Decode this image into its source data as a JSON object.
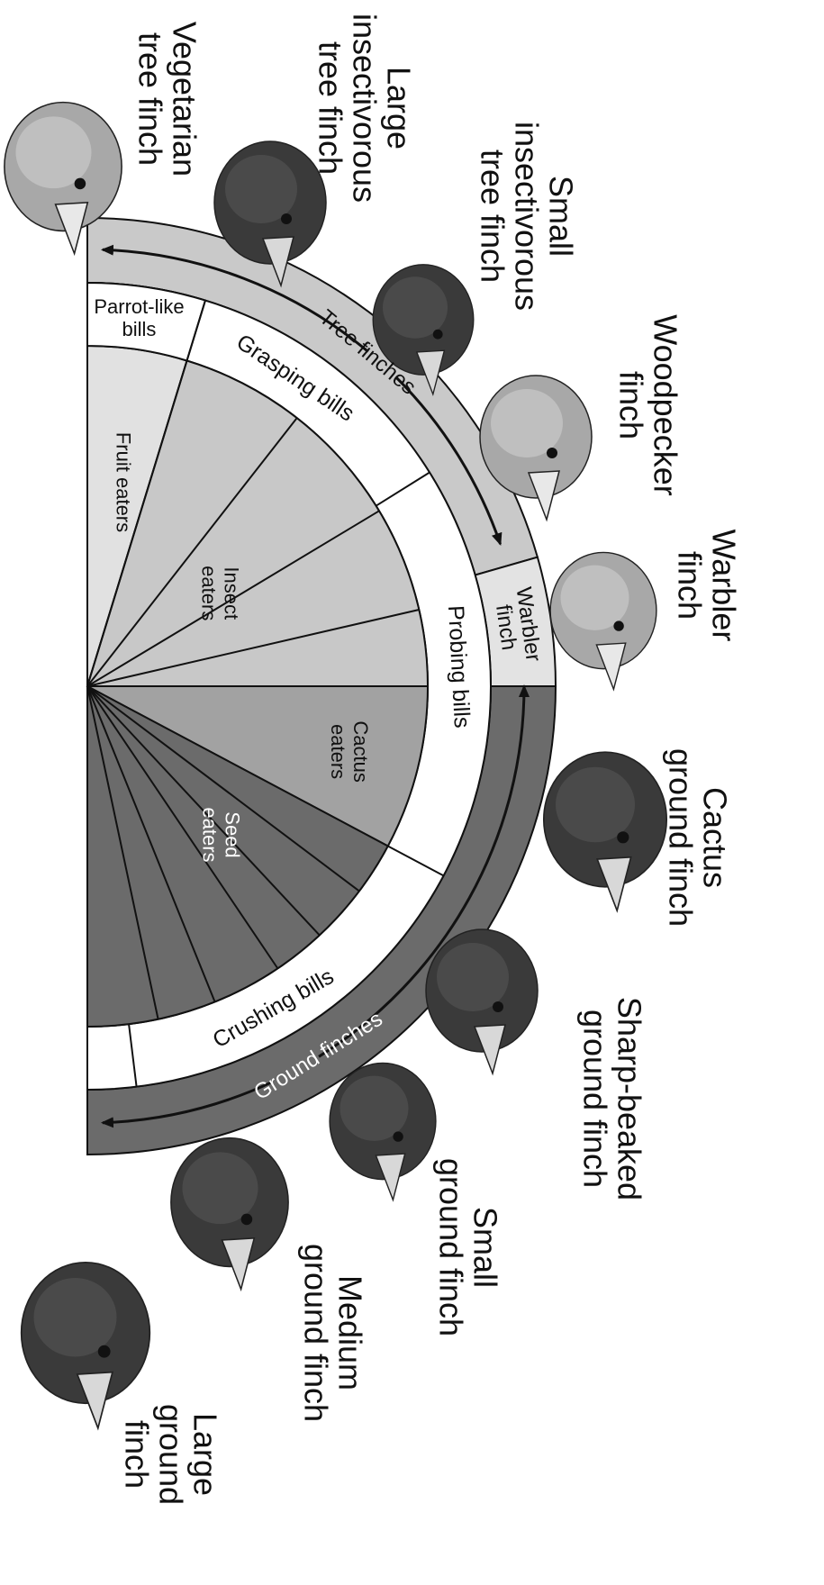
{
  "diagram": {
    "groups": {
      "tree_label": "Tree finches",
      "ground_label": "Ground finches",
      "warbler_label": [
        "Warbler",
        "finch"
      ]
    },
    "bills": {
      "parrot_like": [
        "Parrot-like",
        "bills"
      ],
      "grasping": "Grasping bills",
      "probing": "Probing bills",
      "crushing": "Crushing bills"
    },
    "diets": {
      "fruit": "Fruit eaters",
      "insect": [
        "Insect",
        "eaters"
      ],
      "cactus": [
        "Cactus",
        "eaters"
      ],
      "seed": [
        "Seed",
        "eaters"
      ]
    },
    "species": [
      {
        "name": [
          "Vegetarian",
          "tree finch"
        ],
        "icon": "finch-head-icon"
      },
      {
        "name": [
          "Large",
          "insectivorous",
          "tree finch"
        ],
        "icon": "finch-head-icon"
      },
      {
        "name": [
          "Small",
          "insectivorous",
          "tree finch"
        ],
        "icon": "finch-head-icon"
      },
      {
        "name": [
          "Woodpecker",
          "finch"
        ],
        "icon": "finch-head-icon"
      },
      {
        "name": [
          "Warbler",
          "finch"
        ],
        "icon": "finch-head-icon"
      },
      {
        "name": [
          "Cactus",
          "ground finch"
        ],
        "icon": "finch-head-icon"
      },
      {
        "name": [
          "Sharp-beaked",
          "ground finch"
        ],
        "icon": "finch-head-icon"
      },
      {
        "name": [
          "Small",
          "ground finch"
        ],
        "icon": "finch-head-icon"
      },
      {
        "name": [
          "Medium",
          "ground finch"
        ],
        "icon": "finch-head-icon"
      },
      {
        "name": [
          "Large",
          "ground",
          "finch"
        ],
        "icon": "finch-head-icon"
      }
    ],
    "colors": {
      "tree_band": "#c9c9c9",
      "ground_band": "#6b6b6b",
      "warbler_band": "#e3e3e3",
      "fruit_wedge": "#e1e1e1",
      "insect_wedge": "#c8c8c8",
      "cactus_wedge": "#a2a2a2",
      "seed_wedge": "#6b6b6b",
      "bill_ring": "#ffffff"
    }
  }
}
